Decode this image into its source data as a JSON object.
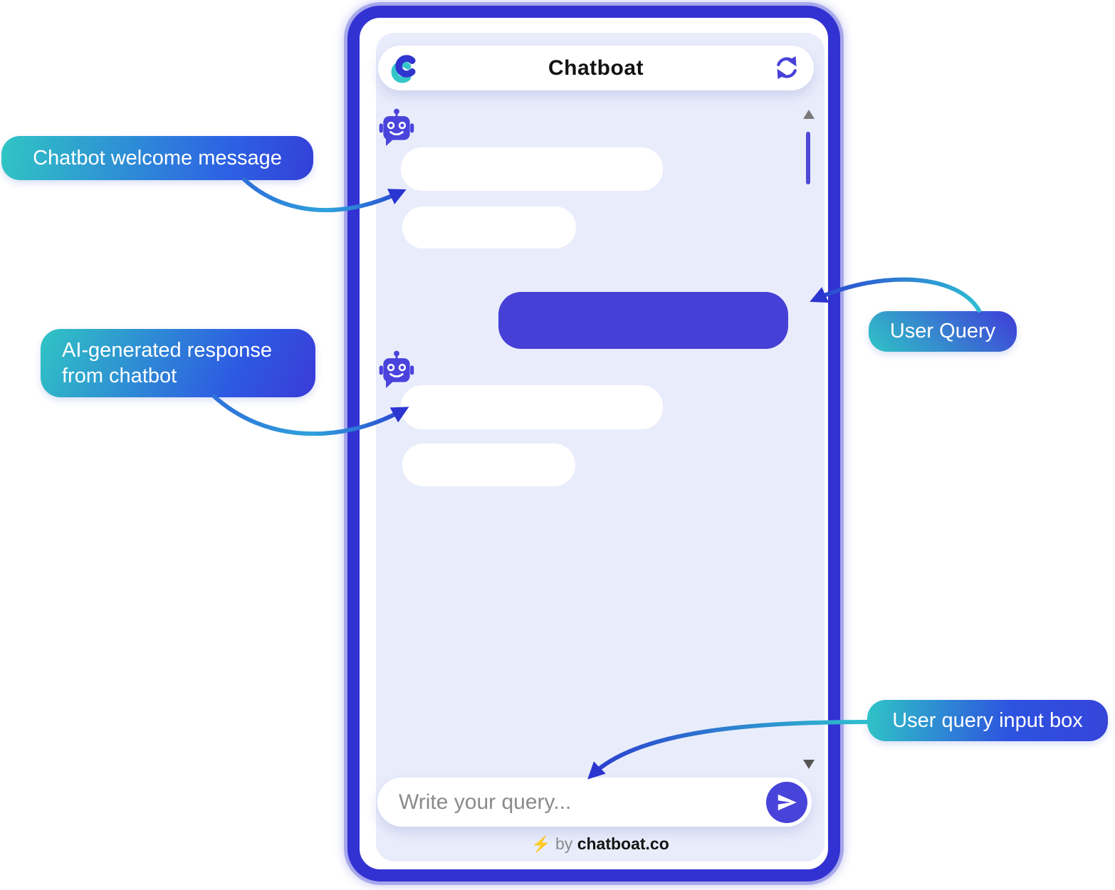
{
  "widget": {
    "title": "Chatboat",
    "input_placeholder": "Write your query...",
    "footer": {
      "bolt": "⚡",
      "by_text": "by",
      "brand": "chatboat.co"
    },
    "messages": [
      {
        "role": "bot",
        "bubble_count": 2
      },
      {
        "role": "user",
        "bubble_count": 1
      },
      {
        "role": "bot",
        "bubble_count": 2
      }
    ]
  },
  "callouts": {
    "welcome": "Chatbot welcome message",
    "ai_response": "AI-generated response from chatbot",
    "user_query": "User Query",
    "input_box": "User query input box"
  },
  "icons": {
    "logo": "chatboat-logo",
    "refresh": "refresh-icon",
    "bot_avatar": "robot-avatar-icon",
    "send": "send-icon",
    "scroll_up": "scroll-up-icon",
    "scroll_down": "scroll-down-icon",
    "bolt": "lightning-bolt-icon"
  },
  "colors": {
    "frame": "#3231d1",
    "accent": "#4843d9",
    "user_bubble": "#4640d6",
    "chat_bg": "#e9edfb",
    "teal": "#2fc4c6",
    "callout_blue": "#2d55e2"
  }
}
